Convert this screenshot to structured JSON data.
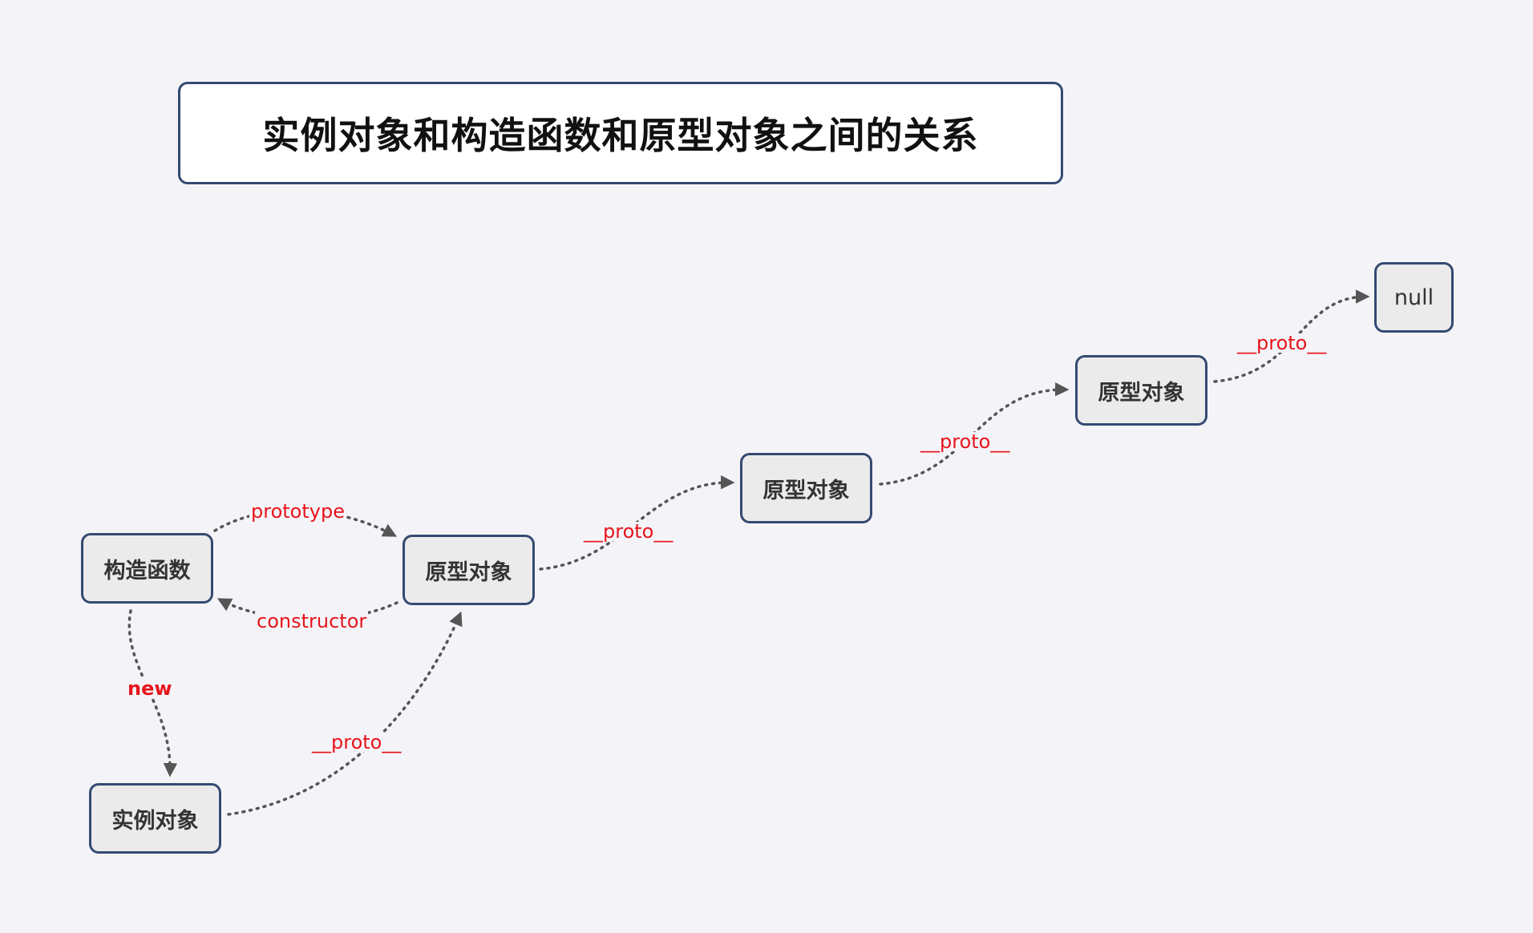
{
  "title": "实例对象和构造函数和原型对象之间的关系",
  "nodes": {
    "constructor_fn": "构造函数",
    "prototype_1": "原型对象",
    "instance": "实例对象",
    "prototype_2": "原型对象",
    "prototype_3": "原型对象",
    "null_node": "null"
  },
  "edges": {
    "prototype": "prototype",
    "constructor": "constructor",
    "new": "new",
    "proto_instance": "__proto__",
    "proto_1": "__proto__",
    "proto_2": "__proto__",
    "proto_3": "__proto__"
  },
  "colors": {
    "node_border": "#344a72",
    "node_fill": "#ebebeb",
    "edge_label": "#e8141c",
    "edge_line": "#555555",
    "background": "#f4f4f8"
  }
}
